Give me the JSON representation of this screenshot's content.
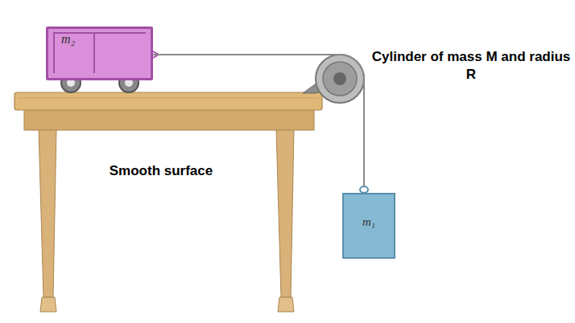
{
  "diagram": {
    "nodes": [
      {
        "text": [
          "m₂"
        ]
      },
      {
        "text": [
          "m₁"
        ]
      }
    ],
    "edges": [
      {
        "from": 0,
        "to": 1,
        "arrow": "none"
      }
    ],
    "labels": [
      "Cylinder of mass M and radius R",
      "Smooth surface"
    ]
  }
}
